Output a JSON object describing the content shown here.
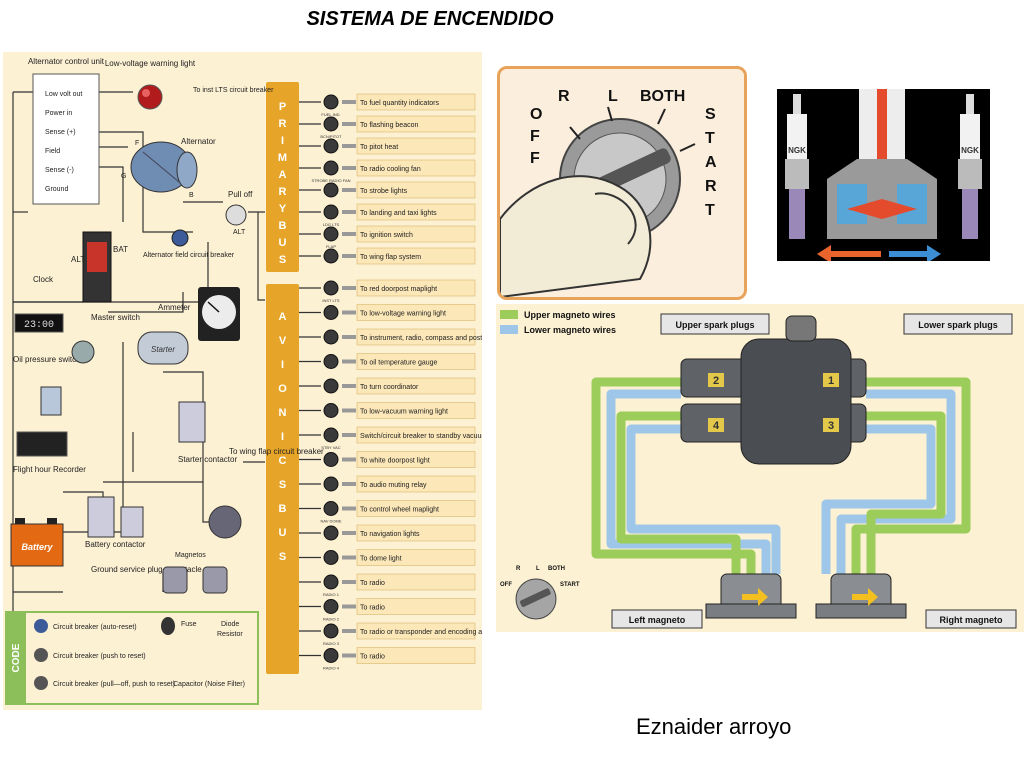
{
  "title": "SISTEMA DE ENCENDIDO",
  "author": "Eznaider arroyo",
  "electrical": {
    "bus_primary": [
      "P",
      "R",
      "I",
      "M",
      "A",
      "R",
      "Y",
      "B",
      "U",
      "S"
    ],
    "bus_avionics": [
      "A",
      "V",
      "I",
      "O",
      "N",
      "I",
      "C",
      "S",
      "B",
      "U",
      "S"
    ],
    "alternator_control_unit": "Alternator control unit",
    "acu_terminals": [
      "Low volt out",
      "Power in",
      "Sense (+)",
      "Field",
      "Sense (-)",
      "Ground"
    ],
    "low_voltage_light": "Low-voltage warning light",
    "to_inst_lts": "To inst LTS circuit breaker",
    "alternator": "Alternator",
    "alt_f": "F",
    "alt_g": "G",
    "alt_b": "B",
    "alt_field_breaker": "Alternator field circuit breaker",
    "pull_off": "Pull off",
    "alt_label": "ALT",
    "clock": "Clock",
    "clock_digits": "23:00",
    "master_switch": "Master switch",
    "master_alt": "ALT",
    "master_bat": "BAT",
    "ammeter": "Ammeter",
    "oil_pressure_switch": "Oil pressure switch",
    "starter": "Starter",
    "flight_hour_recorder": "Flight hour Recorder",
    "starter_contactor": "Starter contactor",
    "to_wing_flap": "To wing flap circuit breaker",
    "battery": "Battery",
    "battery_contactor": "Battery contactor",
    "ground_service": "Ground service plug receptacle",
    "magnetos": "Magnetos",
    "primary_items": [
      {
        "breaker": "FUEL IND.",
        "label": "To fuel quantity indicators"
      },
      {
        "breaker": "BCN/PITOT",
        "label": "To flashing beacon"
      },
      {
        "breaker": "",
        "label": "To pitot heat"
      },
      {
        "breaker": "STROBE RADIO FAN",
        "label": "To radio cooling fan"
      },
      {
        "breaker": "",
        "label": "To strobe lights"
      },
      {
        "breaker": "LDG LTS",
        "label": "To landing and taxi lights"
      },
      {
        "breaker": "FLAP",
        "label": "To ignition switch"
      },
      {
        "breaker": "",
        "label": "To wing flap system"
      }
    ],
    "avionics_items": [
      {
        "breaker": "INST LTS",
        "label": "To red doorpost maplight"
      },
      {
        "breaker": "",
        "label": "To low-voltage warning light"
      },
      {
        "breaker": "",
        "label": "To instrument, radio, compass and post lights"
      },
      {
        "breaker": "",
        "label": "To oil temperature gauge"
      },
      {
        "breaker": "",
        "label": "To turn coordinator"
      },
      {
        "breaker": "",
        "label": "To low-vacuum warning light"
      },
      {
        "breaker": "STBY VAC",
        "label": "Switch/circuit breaker to standby vacuum pump"
      },
      {
        "breaker": "",
        "label": "To white doorpost light"
      },
      {
        "breaker": "",
        "label": "To audio muting relay"
      },
      {
        "breaker": "NAV DOME",
        "label": "To control wheel maplight"
      },
      {
        "breaker": "",
        "label": "To navigation lights"
      },
      {
        "breaker": "",
        "label": "To dome light"
      },
      {
        "breaker": "RADIO 1",
        "label": "To radio"
      },
      {
        "breaker": "RADIO 2",
        "label": "To radio"
      },
      {
        "breaker": "RADIO 3",
        "label": "To radio or transponder and encoding altimeter"
      },
      {
        "breaker": "RADIO 4",
        "label": "To radio"
      }
    ],
    "code_title": "CODE",
    "code": {
      "cb_auto": "Circuit breaker (auto-reset)",
      "cb_push": "Circuit breaker (push to reset)",
      "cb_pull": "Circuit breaker (pull—off, push to reset)",
      "fuse": "Fuse",
      "diode": "Diode",
      "resistor": "Resistor",
      "capacitor": "Capacitor (Noise Filter)"
    }
  },
  "ignition_switch": {
    "off_letters": [
      "O",
      "F",
      "F"
    ],
    "r": "R",
    "l": "L",
    "both": "BOTH",
    "start_letters": [
      "S",
      "T",
      "A",
      "R",
      "T"
    ]
  },
  "spark_plugs": {
    "brand_left": "NGK",
    "brand_right": "NGK"
  },
  "magneto_wiring": {
    "legend_upper": "Upper magneto wires",
    "legend_lower": "Lower magneto wires",
    "upper_spark_plugs": "Upper spark plugs",
    "lower_spark_plugs": "Lower spark plugs",
    "left_magneto": "Left magneto",
    "right_magneto": "Right magneto",
    "cylinders": [
      "2",
      "1",
      "4",
      "3"
    ],
    "mini_switch": {
      "off": "OFF",
      "r": "R",
      "l": "L",
      "both": "BOTH",
      "start": "START"
    },
    "colors": {
      "upper": "#9ccc5a",
      "lower": "#9ec6e8"
    }
  }
}
